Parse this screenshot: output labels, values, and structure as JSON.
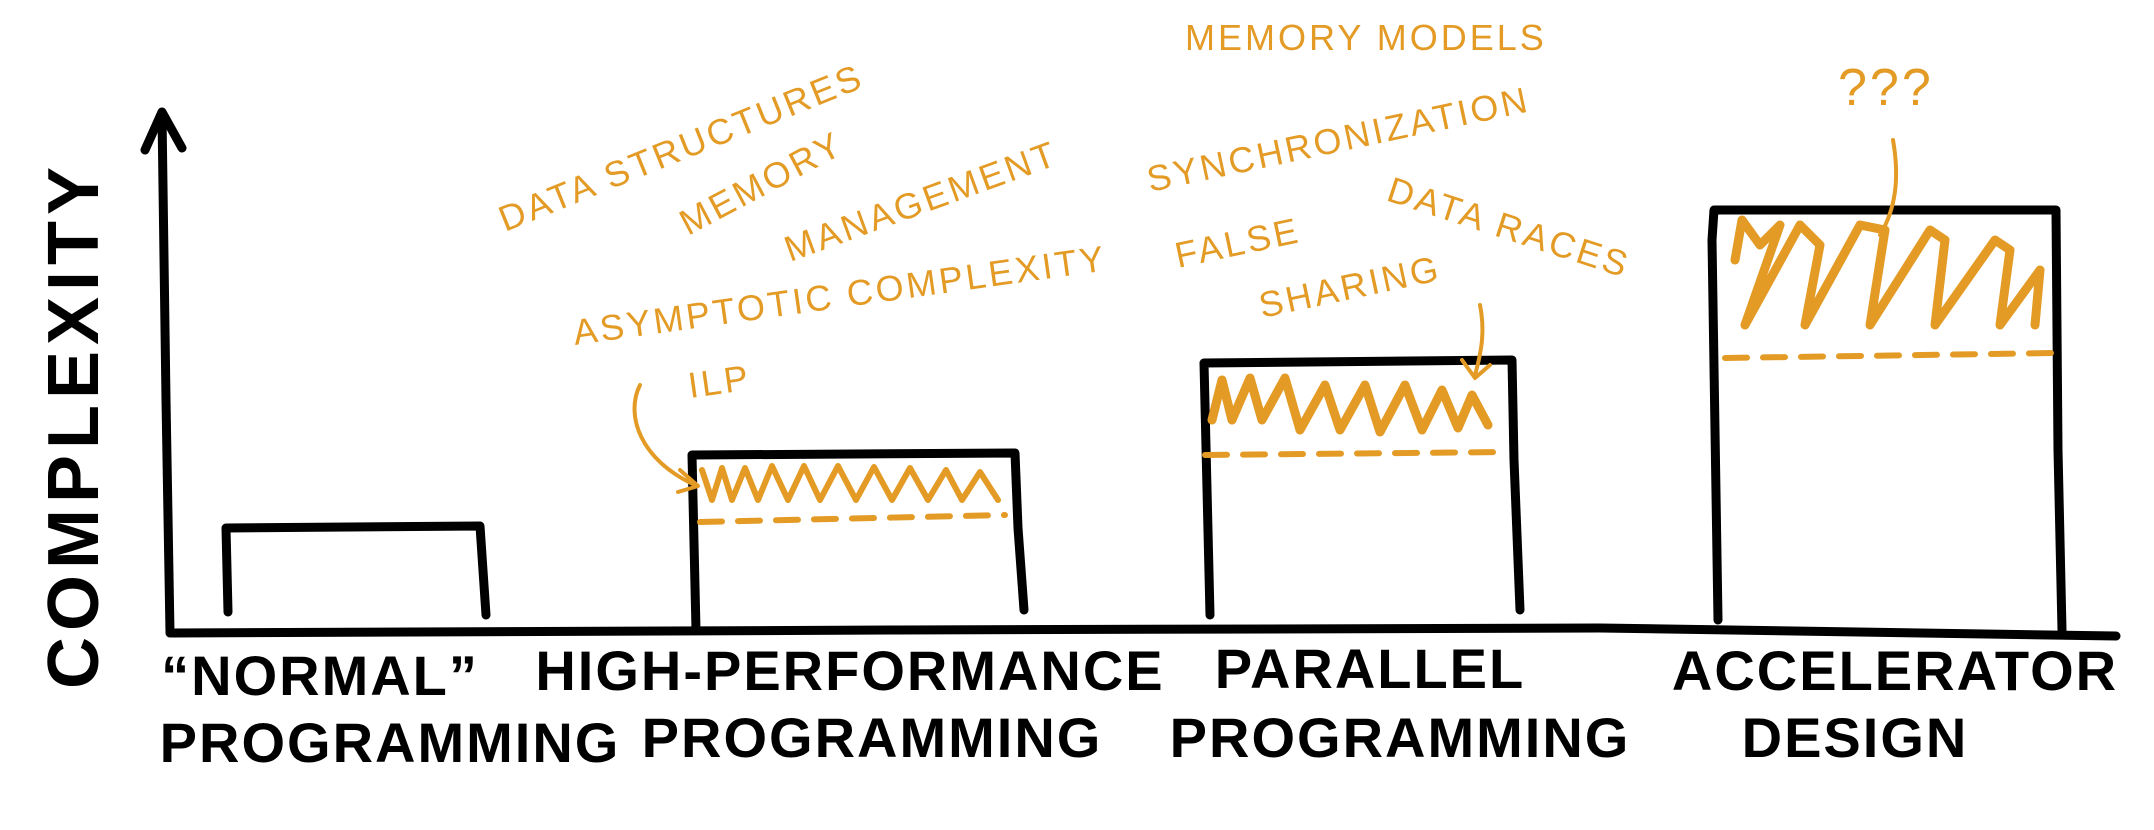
{
  "axis": {
    "y_label": "COMPLEXITY"
  },
  "bars": [
    {
      "label_line1": "“NORMAL”",
      "label_line2": "PROGRAMMING"
    },
    {
      "label_line1": "HIGH-PERFORMANCE",
      "label_line2": "PROGRAMMING"
    },
    {
      "label_line1": "PARALLEL",
      "label_line2": "PROGRAMMING"
    },
    {
      "label_line1": "ACCELERATOR",
      "label_line2": "DESIGN"
    }
  ],
  "annotations": {
    "high_performance": {
      "data_structures": "DATA STRUCTURES",
      "memory": "MEMORY",
      "management": "MANAGEMENT",
      "asymptotic": "ASYMPTOTIC COMPLEXITY",
      "ilp": "ILP"
    },
    "parallel": {
      "memory_models": "MEMORY MODELS",
      "synchronization": "SYNCHRONIZATION",
      "data_races": "DATA RACES",
      "false": "FALSE",
      "sharing": "SHARING"
    },
    "accelerator": {
      "unknown": "???"
    }
  },
  "colors": {
    "accent": "#e39b25",
    "ink": "#000000"
  }
}
